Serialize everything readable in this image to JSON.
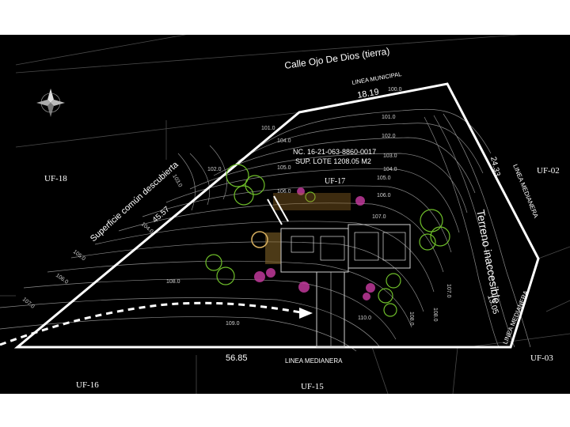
{
  "street": {
    "name": "Calle Ojo De Dios (tierra)"
  },
  "parcel": {
    "cadastral": "NC. 16-21-063-8860-0017",
    "area": "SUP. LOTE 1208.05 M2",
    "lot_label": "UF-17"
  },
  "boundaries": {
    "top_label": "LINEA MUNICIPAL",
    "top_dim": "18.19",
    "right_upper_label": "LINEA MEDIANERA",
    "right_upper_dim": "24.33",
    "right_lower_label": "LINEA MEDIANERA",
    "right_lower_dim": "13.05",
    "bottom_label": "LINEA MEDIANERA",
    "bottom_dim": "56.85",
    "left_label": "Superficie común descubierta",
    "left_dim": "45.57"
  },
  "neighbors": [
    "UF-18",
    "UF-02",
    "UF-03",
    "UF-16",
    "UF-15"
  ],
  "terrain_note": "Terreno inaccesible",
  "contour_labels": [
    "100.0",
    "101.0",
    "101.0",
    "102.0",
    "102.0",
    "103.0",
    "103.0",
    "104.0",
    "104.0",
    "104.0",
    "105.0",
    "105.0",
    "105.0",
    "106.0",
    "106.0",
    "106.0",
    "107.0",
    "107.0",
    "107.0",
    "108.0",
    "108.0",
    "108.0",
    "109.0",
    "110.0"
  ],
  "colors": {
    "background": "#000000",
    "parcel_line": "#ffffff",
    "tree_green": "#6fbf2a",
    "tree_magenta": "#c0399a"
  }
}
